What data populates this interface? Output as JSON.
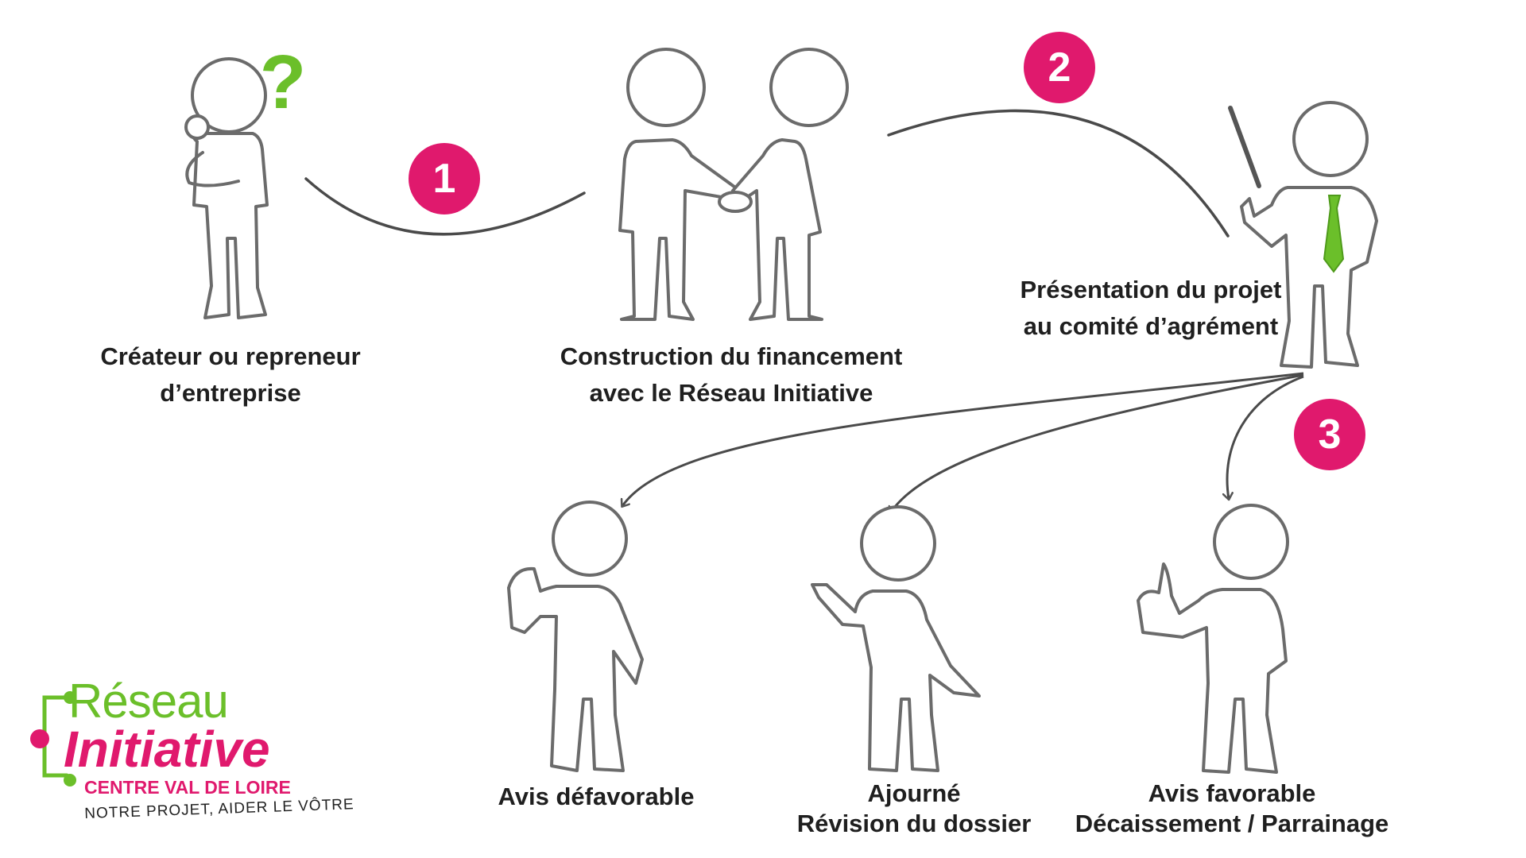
{
  "steps": [
    {
      "number": "1"
    },
    {
      "number": "2"
    },
    {
      "number": "3"
    }
  ],
  "labels": {
    "creator": [
      "Créateur ou repreneur",
      "d’entreprise"
    ],
    "construction": [
      "Construction du financement",
      "avec le Réseau Initiative"
    ],
    "presentation": [
      "Présentation du projet",
      "au comité d’agrément"
    ],
    "defavorable": [
      "Avis défavorable"
    ],
    "ajourne": [
      "Ajourné",
      "Révision du dossier"
    ],
    "favorable": [
      "Avis favorable",
      "Décaissement / Parrainage"
    ]
  },
  "logo": {
    "line1": "Réseau",
    "line2": "Initiative",
    "line3": "CENTRE VAL DE LOIRE",
    "tagline": "NOTRE PROJET, AIDER LE VÔTRE"
  },
  "colors": {
    "accent_pink": "#e0196d",
    "accent_green": "#6bbf2a",
    "figure_fill": "#ffffff",
    "figure_stroke": "#6b6b6b"
  },
  "icons": {
    "question": "question-mark-icon",
    "tie": "green-tie-icon"
  }
}
